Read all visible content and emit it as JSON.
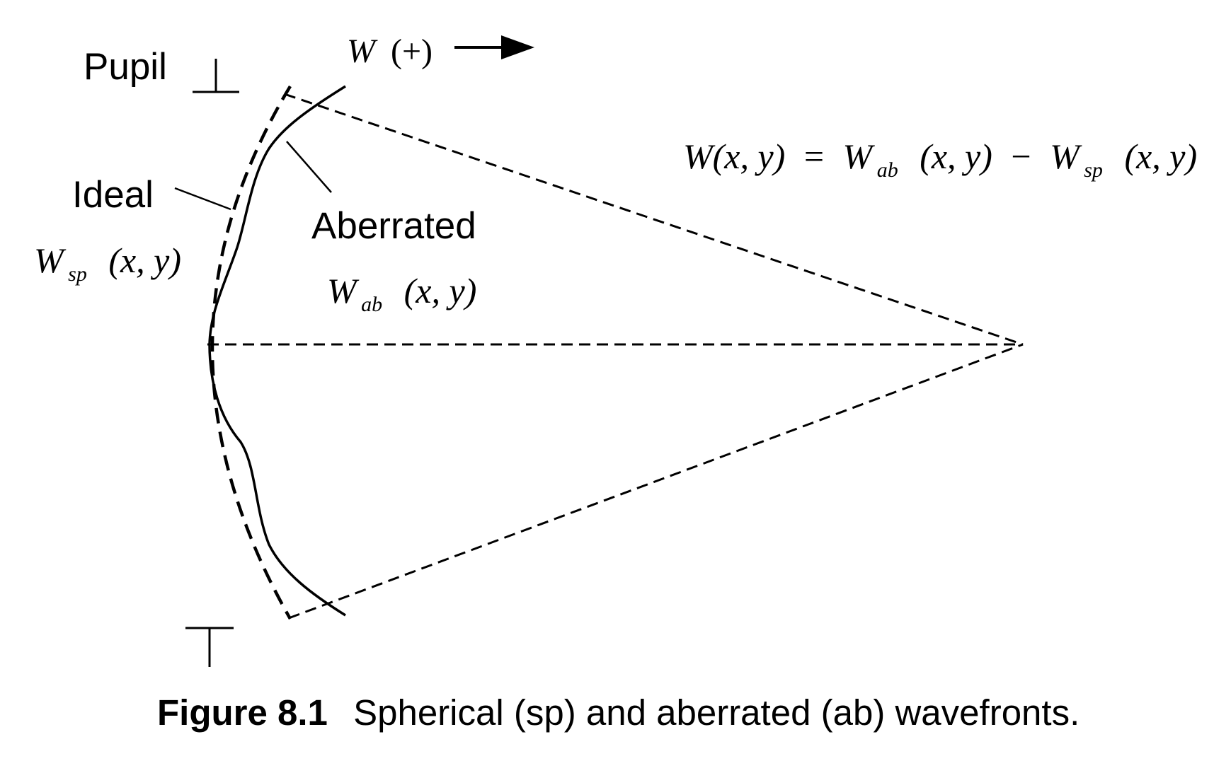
{
  "labels": {
    "pupil": "Pupil",
    "ideal": "Ideal",
    "aberrated": "Aberrated"
  },
  "direction": {
    "w": "W",
    "sign": "(+)"
  },
  "wsp_label": {
    "base": "W",
    "sub": "sp",
    "args": "(x, y)"
  },
  "wab_label": {
    "base": "W",
    "sub": "ab",
    "args": "(x, y)"
  },
  "equation": {
    "lhs": "W(x, y)",
    "eq": "=",
    "wab_base": "W",
    "wab_sub": "ab",
    "wab_args": "(x, y)",
    "minus": "−",
    "wsp_base": "W",
    "wsp_sub": "sp",
    "wsp_args": "(x, y)"
  },
  "caption": {
    "number": "Figure 8.1",
    "text": "Spherical (sp) and aberrated (ab) wavefronts."
  }
}
